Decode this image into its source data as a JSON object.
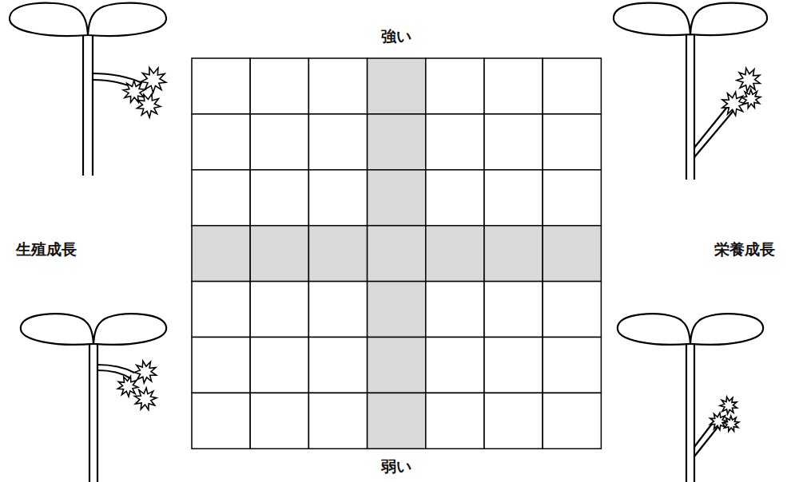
{
  "diagram": {
    "labels": [
      "強い",
      "生殖成長",
      "栄養成長",
      "弱い"
    ]
  }
}
